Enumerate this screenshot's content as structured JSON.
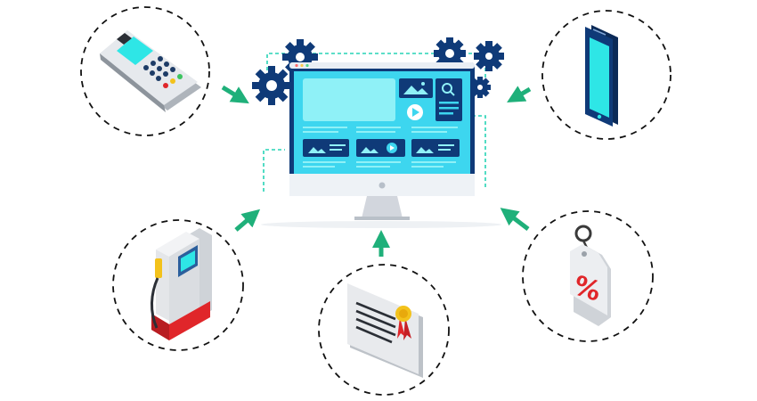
{
  "colors": {
    "background": "#ffffff",
    "arrow": "#1fb07a",
    "circle_outline": "#111111",
    "navy": "#0f3a78",
    "cyan": "#2ee6e6",
    "screen_bg": "#3dd6ef",
    "screen_panel": "#8ff1f7",
    "teal_dash": "#27d3b5",
    "red": "#e0262a",
    "gold": "#f3c21b",
    "stand_grey": "#d2d6dd",
    "card_grey": "#cfd3d8"
  },
  "nodes": [
    {
      "id": "card-terminal",
      "icon": "card-terminal-icon"
    },
    {
      "id": "smartphone",
      "icon": "smartphone-icon"
    },
    {
      "id": "fuel-pump",
      "icon": "fuel-pump-icon"
    },
    {
      "id": "certificate",
      "icon": "certificate-icon"
    },
    {
      "id": "discount-tag",
      "icon": "discount-tag-icon"
    }
  ],
  "hub": {
    "icon": "desktop-monitor-icon"
  },
  "discount_tag": {
    "symbol": "%"
  }
}
